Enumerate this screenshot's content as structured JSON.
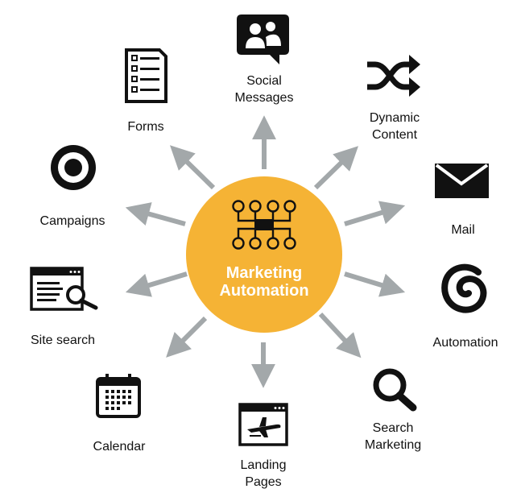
{
  "hub": {
    "line1": "Marketing",
    "line2": "Automation",
    "color": "#f5b335",
    "icon": "flowchart-icon"
  },
  "arrow_color": "#a3a8aa",
  "nodes": [
    {
      "id": "social-messages",
      "lines": [
        "Social",
        "Messages"
      ],
      "icon": "chat-people-icon"
    },
    {
      "id": "dynamic-content",
      "lines": [
        "Dynamic",
        "Content"
      ],
      "icon": "shuffle-icon"
    },
    {
      "id": "mail",
      "lines": [
        "Mail"
      ],
      "icon": "envelope-icon"
    },
    {
      "id": "automation",
      "lines": [
        "Automation"
      ],
      "icon": "spiral-icon"
    },
    {
      "id": "search-marketing",
      "lines": [
        "Search",
        "Marketing"
      ],
      "icon": "magnifier-icon"
    },
    {
      "id": "landing-pages",
      "lines": [
        "Landing",
        "Pages"
      ],
      "icon": "browser-plane-icon"
    },
    {
      "id": "calendar",
      "lines": [
        "Calendar"
      ],
      "icon": "calendar-icon"
    },
    {
      "id": "site-search",
      "lines": [
        "Site search"
      ],
      "icon": "browser-search-icon"
    },
    {
      "id": "campaigns",
      "lines": [
        "Campaigns"
      ],
      "icon": "target-icon"
    },
    {
      "id": "forms",
      "lines": [
        "Forms"
      ],
      "icon": "checklist-icon"
    }
  ]
}
